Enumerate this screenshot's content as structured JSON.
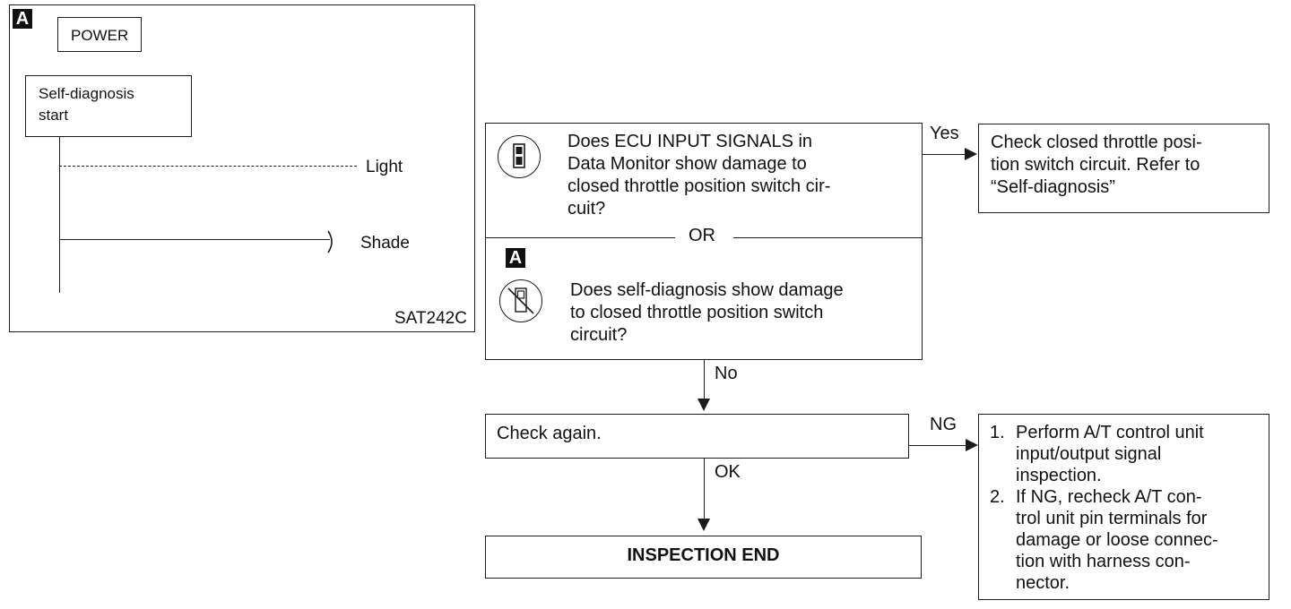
{
  "inset": {
    "tag": "A",
    "power_label": "POWER",
    "selfdiag_label": "Self-diagnosis\nstart",
    "light_label": "Light",
    "shade_label": "Shade",
    "figure_code": "SAT242C"
  },
  "flow": {
    "q1_text": "Does ECU INPUT SIGNALS in\nData Monitor show damage to\nclosed throttle position switch cir-\ncuit?",
    "or_label": "OR",
    "q2_tag": "A",
    "q2_text": "Does self-diagnosis show damage\nto closed throttle position switch\ncircuit?",
    "yes_label": "Yes",
    "yes_result": "Check closed throttle posi-\ntion switch circuit. Refer to\n“Self-diagnosis”",
    "no_label": "No",
    "check_again": "Check again.",
    "ng_label": "NG",
    "ng_item1_num": "1.",
    "ng_item1": "Perform A/T control unit\ninput/output signal\ninspection.",
    "ng_item2_num": "2.",
    "ng_item2": "If NG, recheck A/T con-\ntrol unit pin terminals for\ndamage or loose connec-\ntion with harness con-\nnector.",
    "ok_label": "OK",
    "end_label": "INSPECTION END"
  }
}
